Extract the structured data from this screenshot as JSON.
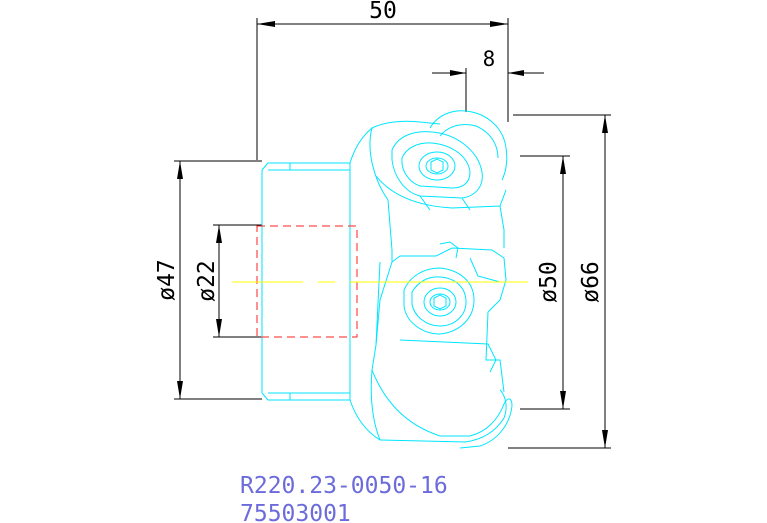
{
  "drawing": {
    "dimensions": {
      "overall_length": "50",
      "insert_offset": "8",
      "diameter_shank": "ø47",
      "diameter_bore": "ø22",
      "diameter_inner": "ø50",
      "diameter_outer": "ø66"
    },
    "caption": {
      "part_number": "R220.23-0050-16",
      "item_code": "75503001"
    },
    "colors": {
      "background": "#ffffff",
      "dimension": "#000000",
      "part_outline": "#00e5ff",
      "hidden_bore": "#ff2020",
      "centerline": "#ffff00",
      "caption": "#6b6bdc"
    }
  }
}
